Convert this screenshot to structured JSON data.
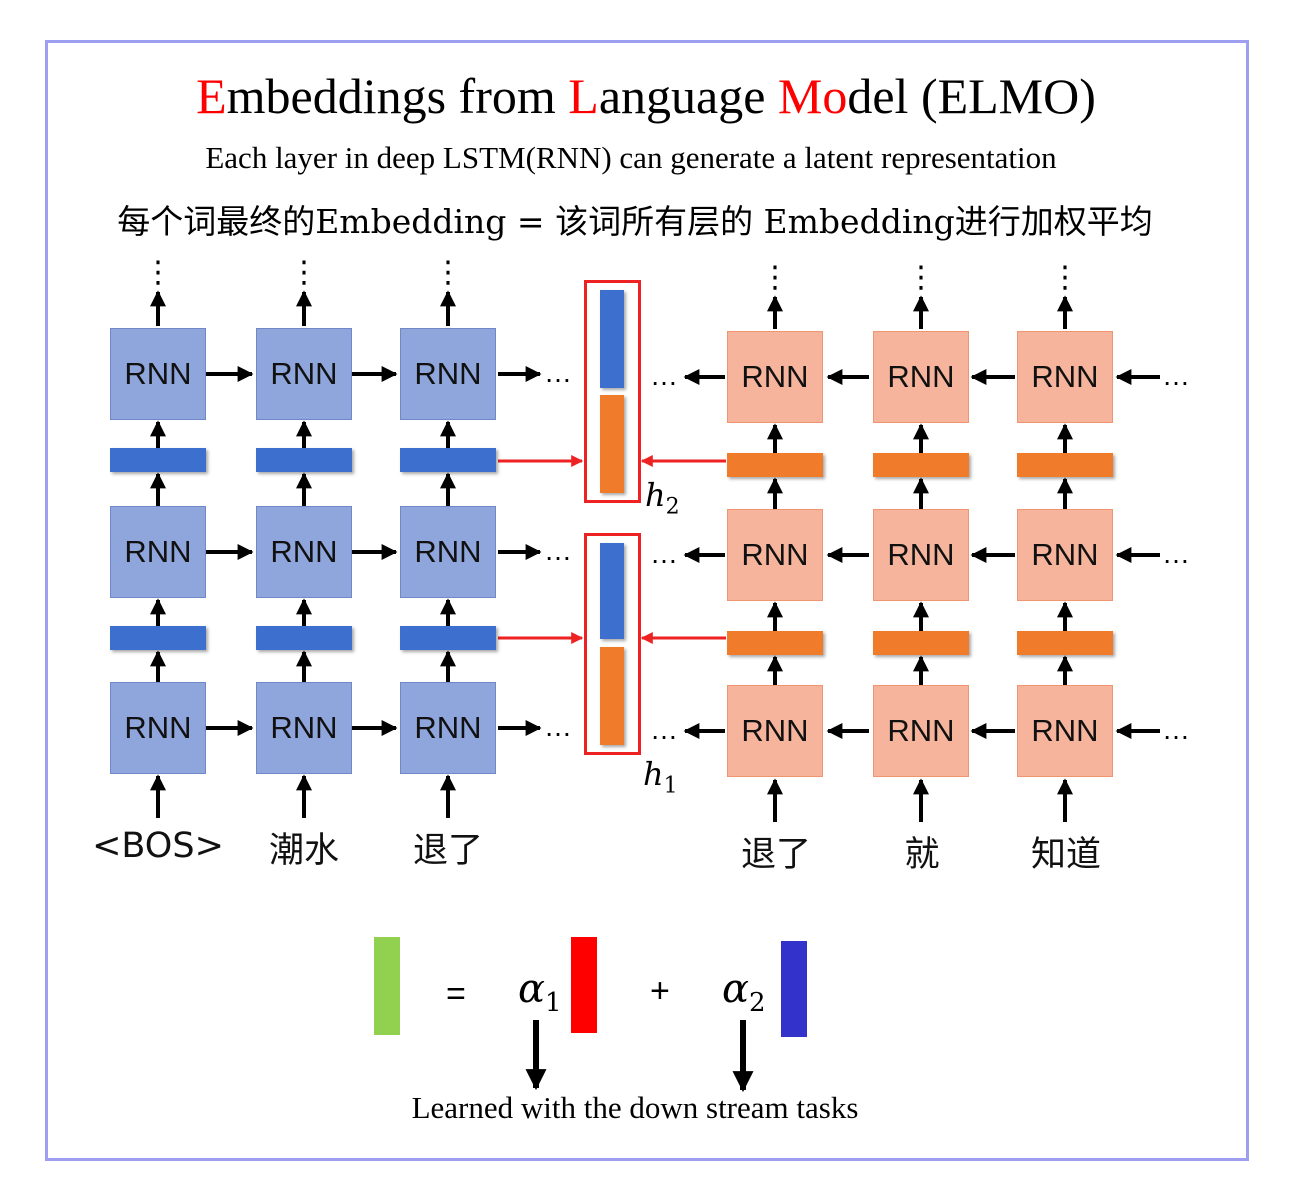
{
  "title": {
    "parts": [
      {
        "text": "E",
        "red": true
      },
      {
        "text": "mbeddings from ",
        "red": false
      },
      {
        "text": "L",
        "red": true
      },
      {
        "text": "anguage ",
        "red": false
      },
      {
        "text": "Mo",
        "red": true
      },
      {
        "text": "del (ELMO)",
        "red": false
      }
    ]
  },
  "subtitle": "Each layer in deep LSTM(RNN) can generate a latent representation",
  "subtitle_cn": "每个词最终的Embedding = 该词所有层的 Embedding进行加权平均",
  "rnn_label": "RNN",
  "ellipsis": "…",
  "vertical_ellipsis": "⋮",
  "forward_words": [
    "<BOS>",
    "潮水",
    "退了"
  ],
  "backward_words": [
    "退了",
    "就",
    "知道"
  ],
  "h_labels": {
    "h2": {
      "base": "h",
      "sub": "2"
    },
    "h1": {
      "base": "h",
      "sub": "1"
    }
  },
  "formula": {
    "equals": "=",
    "plus": "+",
    "alpha1": {
      "base": "α",
      "sub": "1"
    },
    "alpha2": {
      "base": "α",
      "sub": "2"
    },
    "colors": {
      "result": "#92d050",
      "term1": "#ff0000",
      "term2": "#3333cc"
    }
  },
  "caption": "Learned with the down stream tasks",
  "colors": {
    "forward_rnn": "#8fa6dc",
    "backward_rnn": "#f6b49c",
    "forward_embed": "#3d6fcf",
    "backward_embed": "#f07b2b",
    "highlight": "#ee2222",
    "frame": "#9f9ff2"
  }
}
